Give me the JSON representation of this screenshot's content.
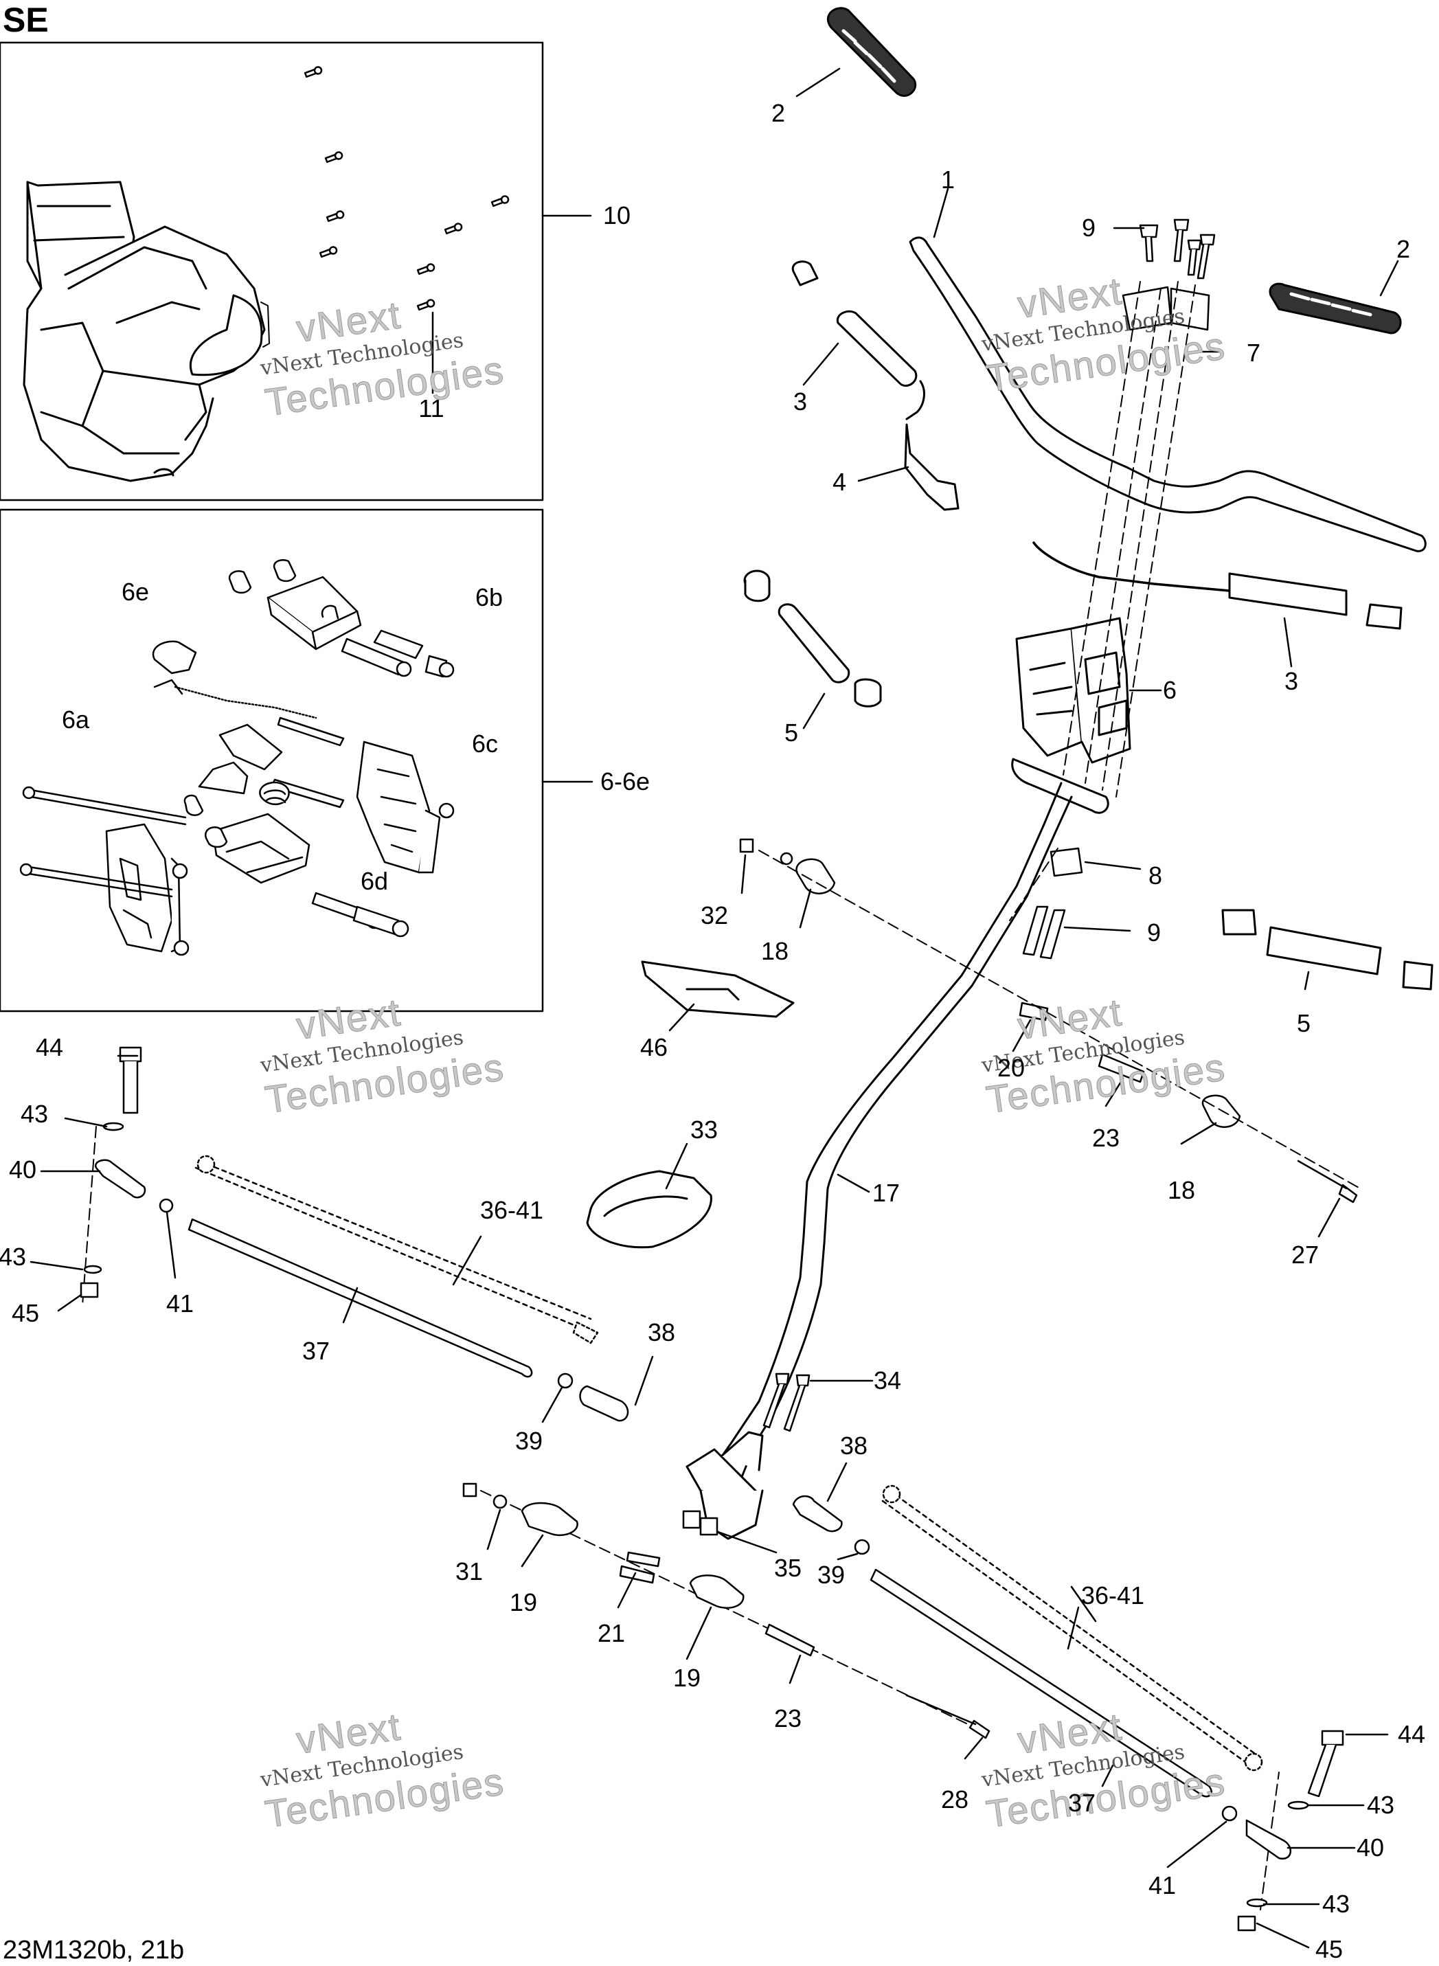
{
  "header": {
    "title": "SE"
  },
  "footer": {
    "code": "23M1320b, 21b"
  },
  "watermark": {
    "line1": "vNext Technologies",
    "line2": "vNext",
    "line3": "Technologies"
  },
  "callouts": {
    "c1": "1",
    "c2a": "2",
    "c2b": "2",
    "c3a": "3",
    "c3b": "3",
    "c4": "4",
    "c5a": "5",
    "c5b": "5",
    "c6": "6",
    "c6a": "6a",
    "c6b": "6b",
    "c6c": "6c",
    "c6d": "6d",
    "c6e": "6e",
    "c6range": "6-6e",
    "c7": "7",
    "c8": "8",
    "c9a": "9",
    "c9b": "9",
    "c10": "10",
    "c11": "11",
    "c17": "17",
    "c18a": "18",
    "c18b": "18",
    "c19a": "19",
    "c19b": "19",
    "c20": "20",
    "c21": "21",
    "c23a": "23",
    "c23b": "23",
    "c27": "27",
    "c28": "28",
    "c31": "31",
    "c32": "32",
    "c33": "33",
    "c34": "34",
    "c35": "35",
    "c36a": "36-41",
    "c36b": "36-41",
    "c37a": "37",
    "c37b": "37",
    "c38a": "38",
    "c38b": "38",
    "c39a": "39",
    "c39b": "39",
    "c40a": "40",
    "c40b": "40",
    "c41a": "41",
    "c41b": "41",
    "c43a": "43",
    "c43b": "43",
    "c43c": "43",
    "c43d": "43",
    "c44a": "44",
    "c44b": "44",
    "c45a": "45",
    "c45b": "45",
    "c46": "46"
  }
}
